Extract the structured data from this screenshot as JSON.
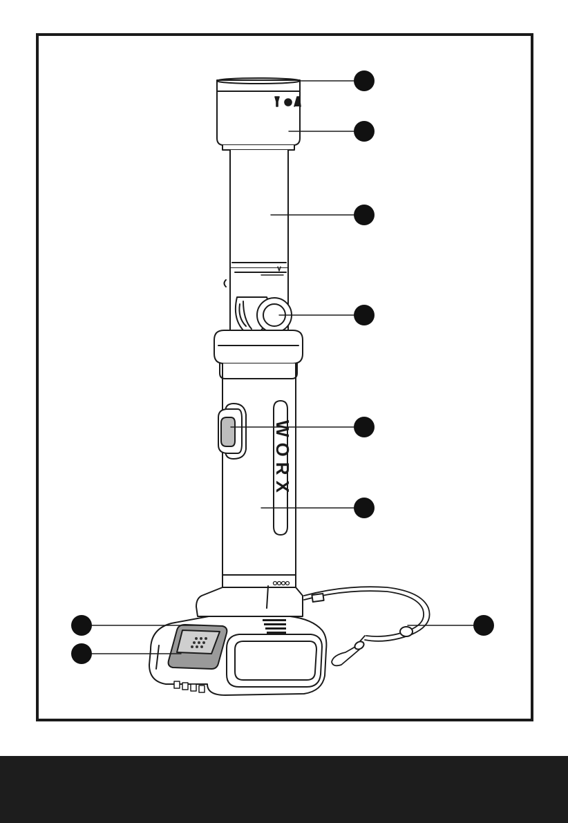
{
  "product": {
    "brand_lettering": "WORX",
    "head_icons": [
      "flashlight-icon",
      "bulb-icon",
      "worklight-icon"
    ]
  },
  "callouts": [
    {
      "id": 1,
      "part": "head-top-rim"
    },
    {
      "id": 2,
      "part": "head-lens-housing"
    },
    {
      "id": 3,
      "part": "extension-tube"
    },
    {
      "id": 4,
      "part": "pivot-release-button"
    },
    {
      "id": 5,
      "part": "power-switch"
    },
    {
      "id": 6,
      "part": "handle-body"
    },
    {
      "id": 7,
      "part": "base-upper-edge"
    },
    {
      "id": 8,
      "part": "battery-indicator-panel"
    },
    {
      "id": 9,
      "part": "wrist-lanyard"
    }
  ],
  "colors": {
    "frame": "#1a1a1a",
    "footer_band": "#1d1d1d",
    "callout_dot": "#111111",
    "line_art": "#1a1a1a",
    "panel_grey": "#9a9a9a"
  }
}
